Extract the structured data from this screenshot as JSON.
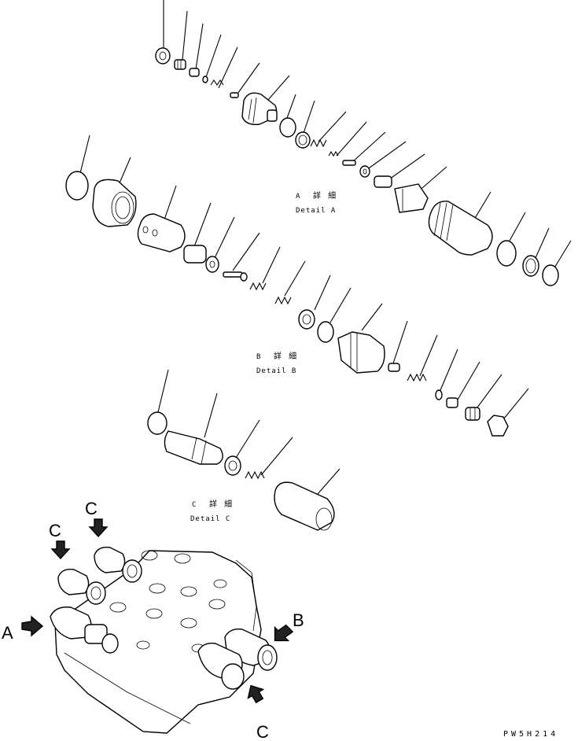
{
  "details": [
    {
      "letter": "A",
      "jp": "詳 細",
      "en": "Detail A"
    },
    {
      "letter": "B",
      "jp": "詳 細",
      "en": "Detail B"
    },
    {
      "letter": "C",
      "jp": "詳 細",
      "en": "Detail C"
    }
  ],
  "callouts": {
    "a": "A",
    "b": "B",
    "c1": "C",
    "c2": "C",
    "c3": "C"
  },
  "drawing_code": "PW5H214"
}
